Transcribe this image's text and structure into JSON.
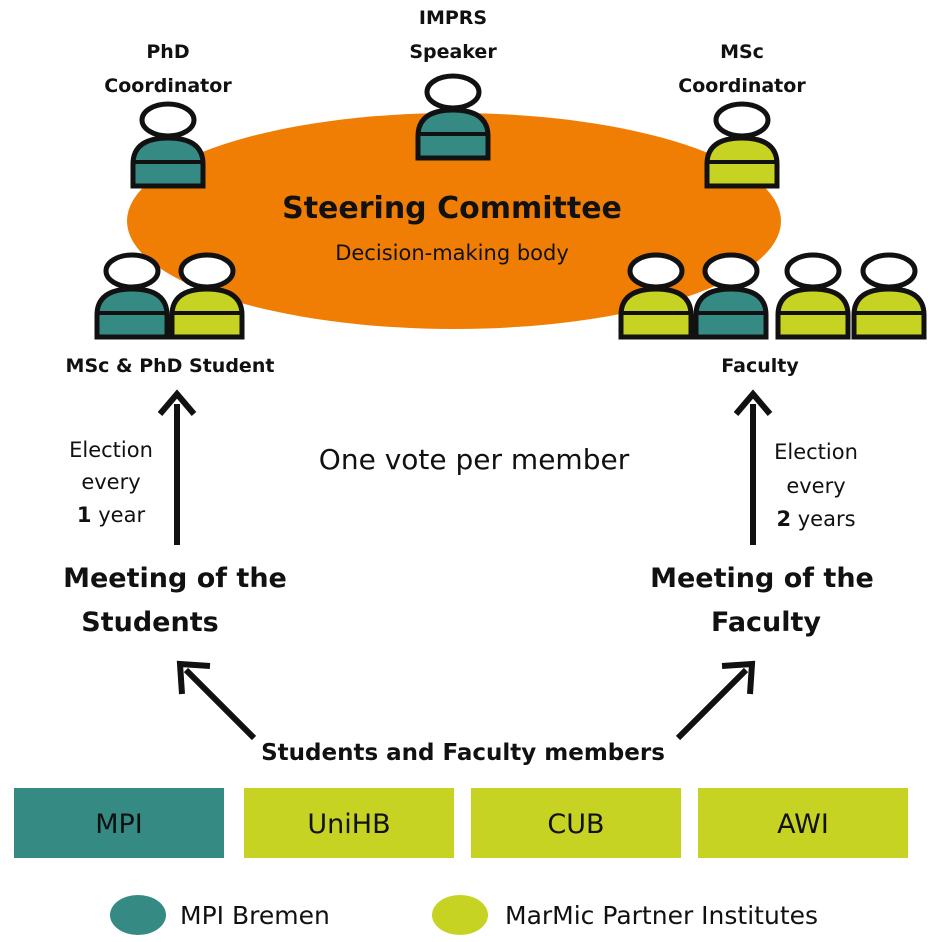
{
  "colors": {
    "mpi": "#368a84",
    "partner": "#c6d322",
    "committee": "#f07e05",
    "ink": "#111111"
  },
  "committee": {
    "title": "Steering Committee",
    "subtitle": "Decision-making body"
  },
  "roles": {
    "imprs_speaker": [
      "IMPRS",
      "Speaker"
    ],
    "phd_coordinator": [
      "PhD",
      "Coordinator"
    ],
    "msc_coordinator": [
      "MSc",
      "Coordinator"
    ],
    "students": "MSc & PhD Student",
    "faculty": "Faculty"
  },
  "vote_note": "One vote per member",
  "elections": {
    "students": {
      "line1": "Election",
      "line2": "every",
      "num": "1",
      "unit": " year"
    },
    "faculty": {
      "line1": "Election",
      "line2": "every",
      "num": "2",
      "unit": " years"
    }
  },
  "meetings": {
    "students": [
      "Meeting of the",
      "Students"
    ],
    "faculty": [
      "Meeting of the",
      "Faculty"
    ]
  },
  "members_label": "Students and Faculty members",
  "institutes": [
    {
      "name": "MPI",
      "type": "mpi"
    },
    {
      "name": "UniHB",
      "type": "partner"
    },
    {
      "name": "CUB",
      "type": "partner"
    },
    {
      "name": "AWI",
      "type": "partner"
    }
  ],
  "legend": [
    {
      "label": "MPI Bremen",
      "type": "mpi"
    },
    {
      "label": "MarMic Partner Institutes",
      "type": "partner"
    }
  ],
  "people": {
    "speaker": "mpi",
    "phd_coordinator": "mpi",
    "msc_coordinator": "partner",
    "students": [
      "mpi",
      "partner"
    ],
    "faculty": [
      "partner",
      "mpi",
      "partner",
      "partner"
    ]
  }
}
